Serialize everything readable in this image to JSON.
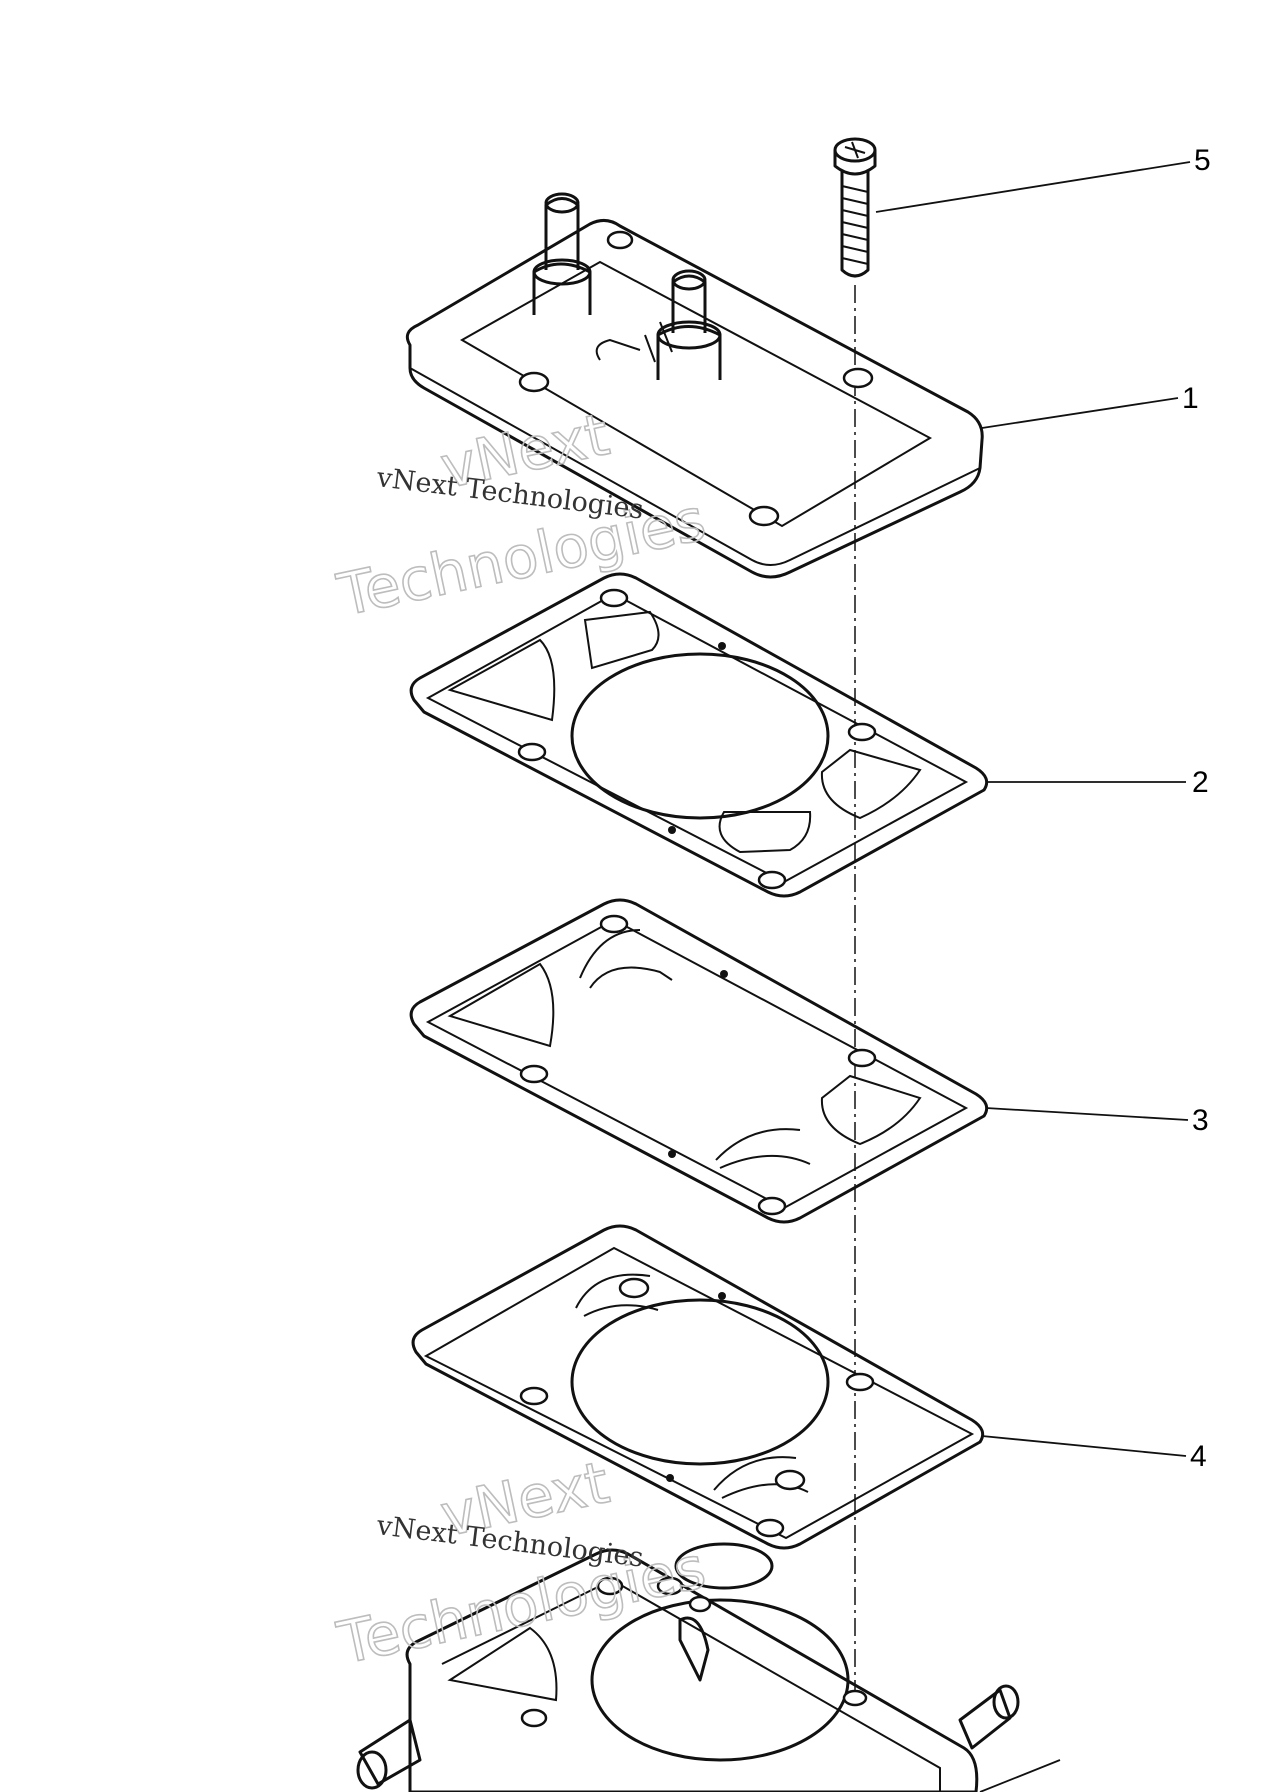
{
  "callouts": [
    "5",
    "1",
    "2",
    "3",
    "4"
  ],
  "watermark": {
    "line": "vNext Technologies",
    "brand_top": "vNext",
    "brand_bottom": "Technologies"
  },
  "parts": [
    {
      "callout": "1",
      "icon": "pump-cover-with-nozzles"
    },
    {
      "callout": "2",
      "icon": "gasket-with-round-opening"
    },
    {
      "callout": "3",
      "icon": "diaphragm-plate-with-flaps"
    },
    {
      "callout": "4",
      "icon": "diaphragm-with-valves"
    },
    {
      "callout": "5",
      "icon": "screw"
    }
  ],
  "colors": {
    "line": "#111111",
    "background": "#ffffff",
    "watermark_outline": "#bdbdbd"
  }
}
